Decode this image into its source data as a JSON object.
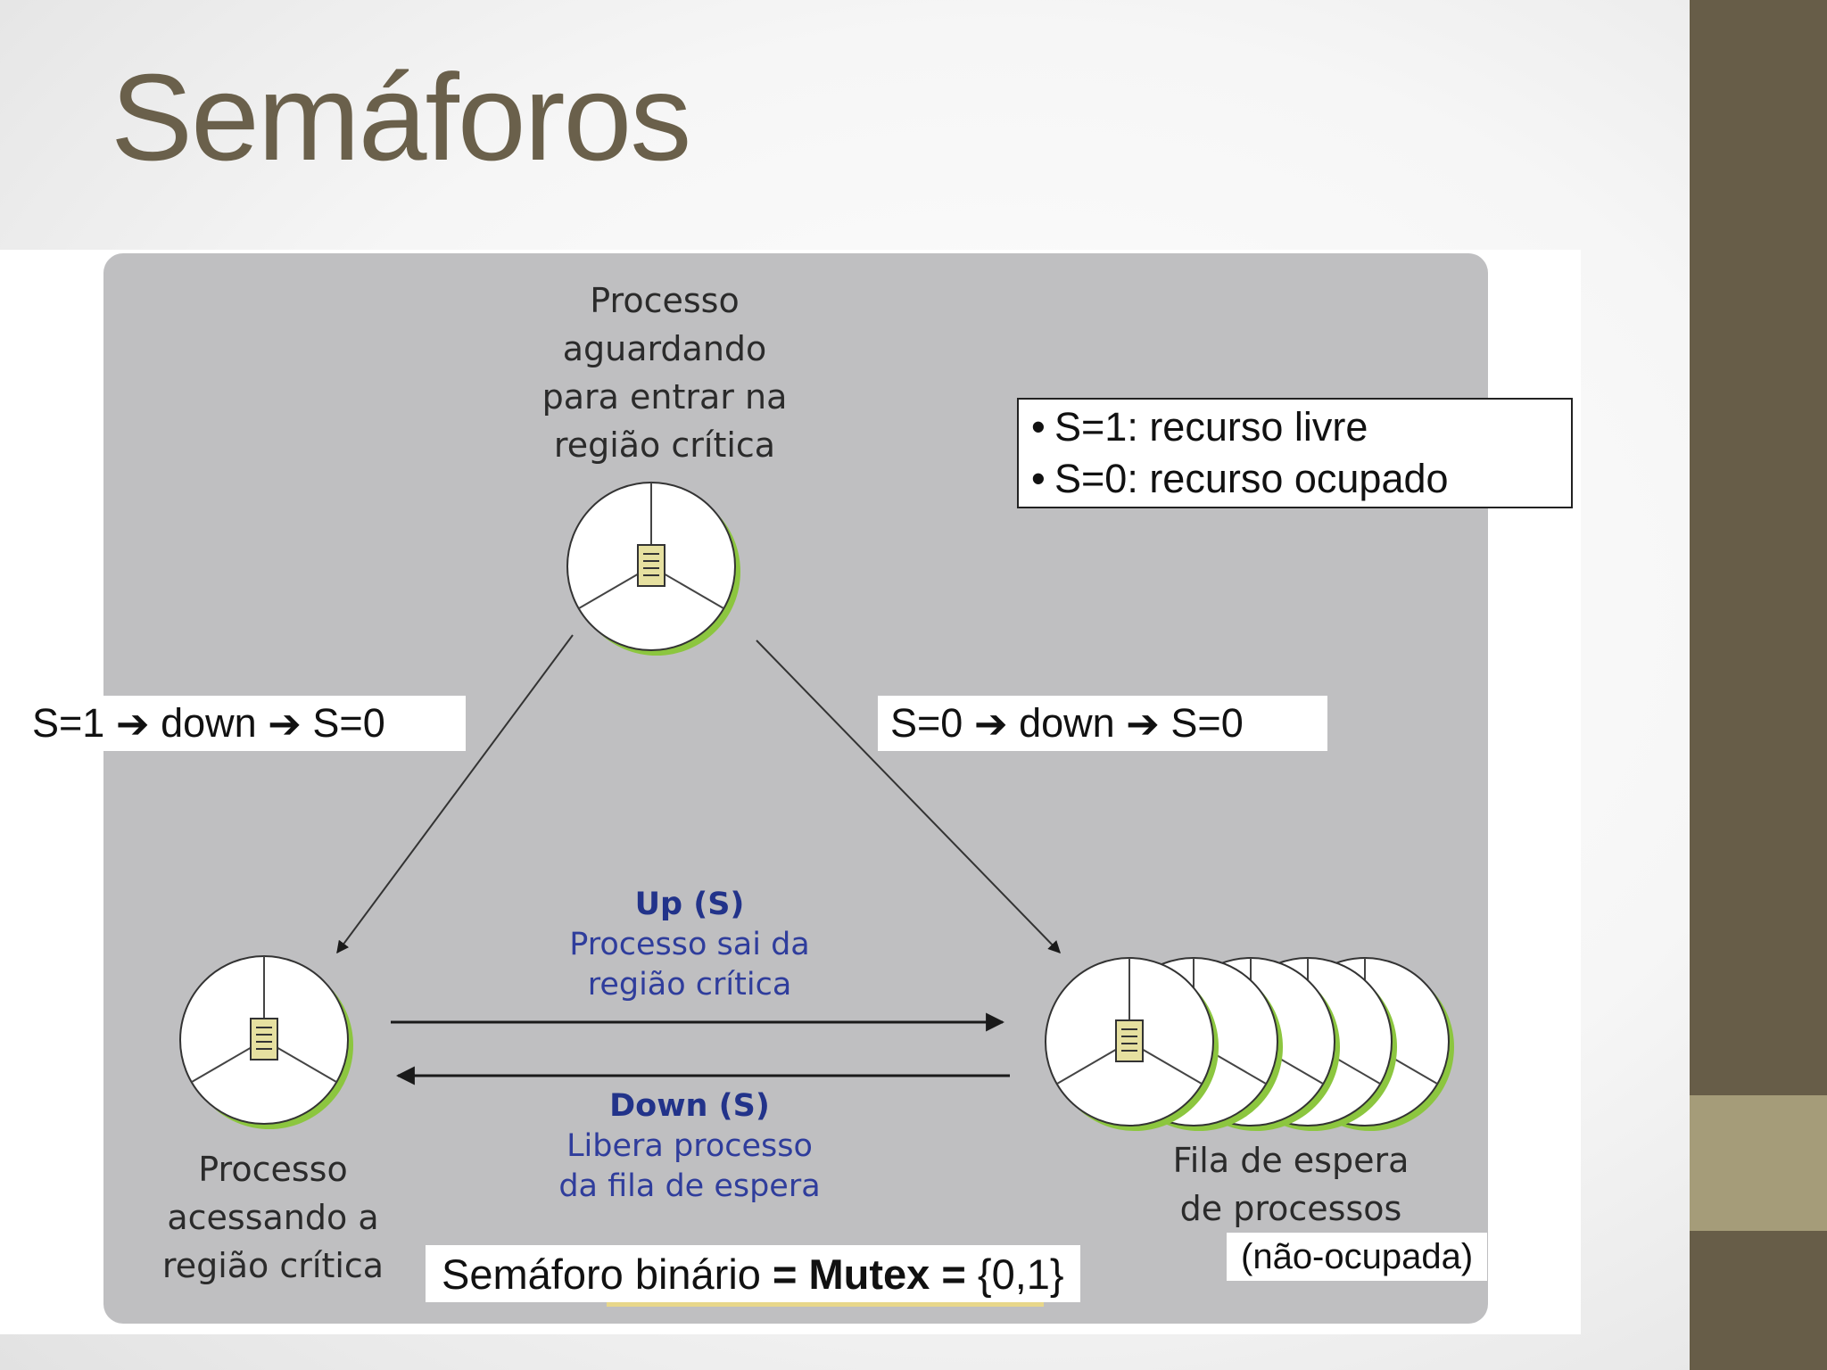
{
  "title": "Semáforos",
  "colors": {
    "title": "#6a604b",
    "sidebar": "#675d48",
    "sidebar_accent": "#a59c79",
    "panel": "#bfbfc1",
    "process_ring": "#8cc63f",
    "op_text": "#2f3d9c"
  },
  "diagram": {
    "top_label": "Processo\naguardando\npara entrar na\nregião crítica",
    "left_label": "Processo\nacessando a\nregião crítica",
    "right_label": "Fila de espera\nde processos",
    "queue_note": "(não-ocupada)",
    "legend": [
      "S=1: recurso livre",
      "S=0: recurso ocupado"
    ],
    "left_transition": {
      "from": "S=1",
      "op": "down",
      "to": "S=0"
    },
    "right_transition": {
      "from": "S=0",
      "op": "down",
      "to": "S=0"
    },
    "up_op": {
      "name": "Up (S)",
      "desc_line1": "Processo sai da",
      "desc_line2": "região crítica"
    },
    "down_op": {
      "name": "Down (S)",
      "desc_line1": "Libera processo",
      "desc_line2": "da fila de espera"
    },
    "mutex": {
      "prefix": "Semáforo binário",
      "eq1": " = ",
      "bold": "Mutex",
      "eq2": " = ",
      "set": "{0,1}"
    },
    "process_icon": "process-wheel-icon",
    "queue_count": 5
  }
}
